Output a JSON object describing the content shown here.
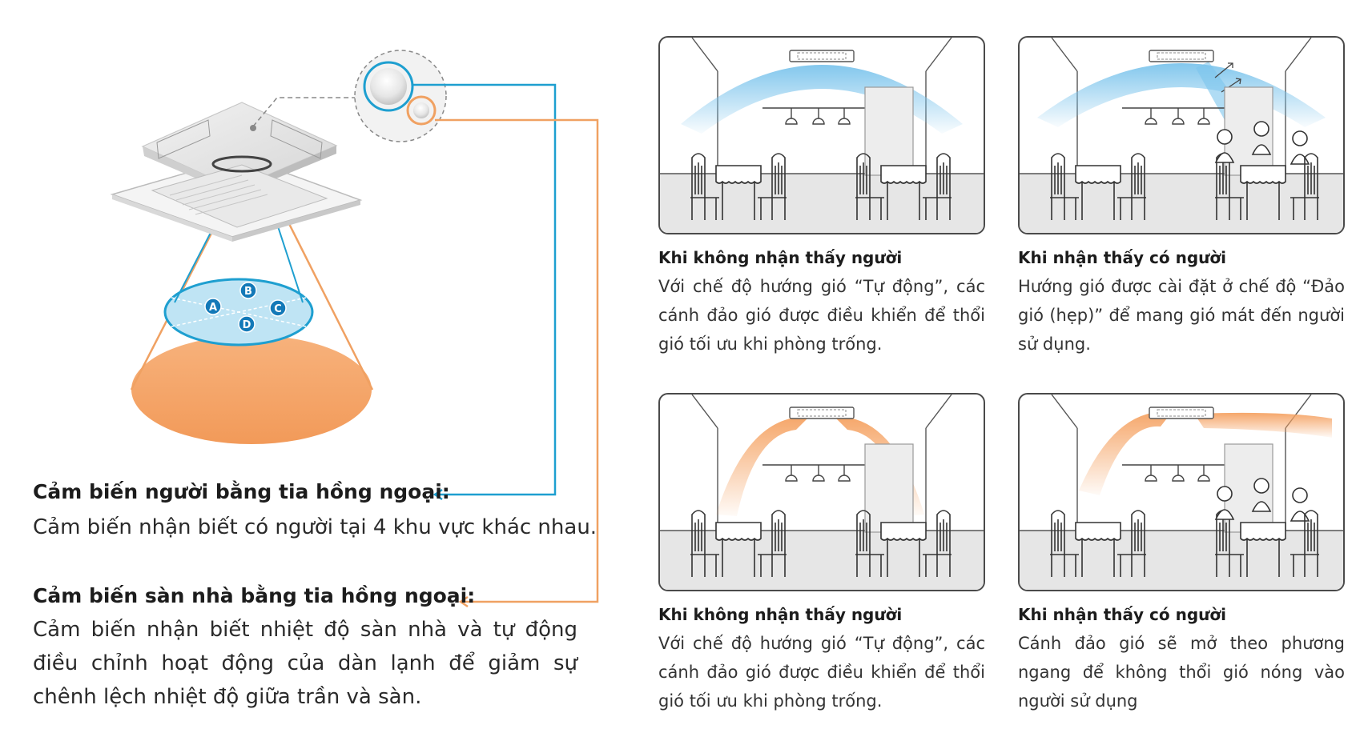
{
  "sensors": {
    "human": {
      "title": "Cảm biến người bằng tia hồng ngoại:",
      "desc": "Cảm biến nhận biết có người tại 4 khu vực khác nhau."
    },
    "floor": {
      "title": "Cảm biến sàn nhà bằng tia hồng ngoại:",
      "desc": "Cảm biến nhận biết nhiệt độ sàn nhà và tự động điều chỉnh hoạt động của dàn lạnh để giảm sự chênh lệch nhiệt độ giữa trần và sàn."
    }
  },
  "zones": [
    "A",
    "B",
    "C",
    "D"
  ],
  "panels": [
    {
      "title": "Khi không nhận thấy người",
      "text": "Với chế độ hướng gió “Tự động”, các cánh đảo gió được điều khiển để thổi gió tối ưu khi phòng trống.",
      "airflow": "cool",
      "people": false
    },
    {
      "title": "Khi nhận thấy có người",
      "text": "Hướng gió được cài đặt ở chế độ “Đảo gió (hẹp)” để mang gió mát đến người sử dụng.",
      "airflow": "cool",
      "people": true
    },
    {
      "title": "Khi không nhận thấy người",
      "text": "Với chế độ hướng gió “Tự động”, các cánh đảo gió được điều khiển để thổi gió tối ưu khi phòng trống.",
      "airflow": "warm",
      "people": false
    },
    {
      "title": "Khi nhận thấy có người",
      "text": "Cánh đảo gió sẽ mở theo phương ngang để không thổi gió nóng vào người sử dụng",
      "airflow": "warm",
      "people": true
    }
  ],
  "colors": {
    "human_line": "#1e9fd0",
    "floor_line": "#f0a162",
    "zone_fill": "#bfe4f4",
    "zone_badge": "#1379b8",
    "floor_fill": "#f2a56b",
    "cool_air": "#7cc4ec",
    "warm_air": "#f5a262"
  },
  "icons": [
    "ceiling-cassette-unit-icon",
    "sensor-lens-icon",
    "arrow-left-icon",
    "dining-room-icon",
    "person-icon"
  ]
}
